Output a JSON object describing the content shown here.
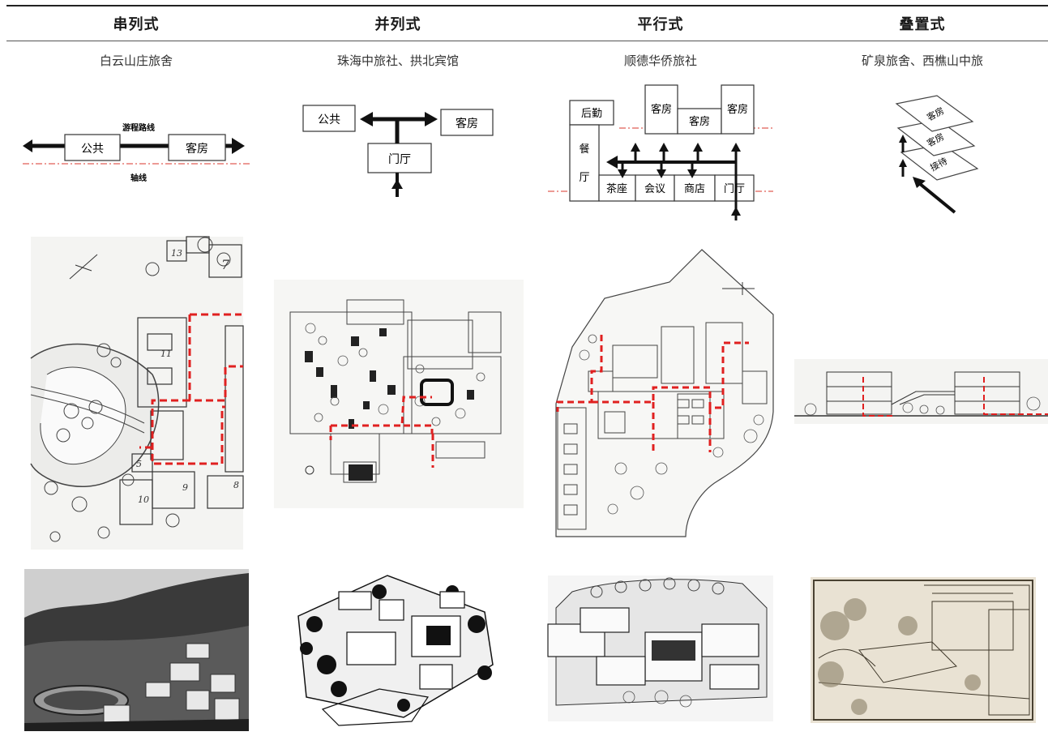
{
  "table": {
    "columns": [
      {
        "header": "串列式",
        "project": "白云山庄旅舍"
      },
      {
        "header": "并列式",
        "project": "珠海中旅社、拱北宾馆"
      },
      {
        "header": "平行式",
        "project": "顺德华侨旅社"
      },
      {
        "header": "叠置式",
        "project": "矿泉旅舍、西樵山中旅"
      }
    ]
  },
  "diagram1": {
    "route_label": "游程路线",
    "axis_label": "轴线",
    "box_public": "公共",
    "box_rooms": "客房"
  },
  "diagram2": {
    "box_public": "公共",
    "box_rooms": "客房",
    "box_lobby": "门厅"
  },
  "diagram3": {
    "box_logistics": "后勤",
    "box_dining_1": "餐",
    "box_dining_2": "厅",
    "box_rooms_a": "客房",
    "box_rooms_b": "客房",
    "box_rooms_c": "客房",
    "box_tea": "茶座",
    "box_meeting": "会议",
    "box_shop": "商店",
    "box_lobby": "门厅"
  },
  "diagram4": {
    "layer_top": "客房",
    "layer_mid": "客房",
    "layer_bottom": "接待"
  },
  "plan1_room_numbers": [
    "13",
    "7",
    "11",
    "5",
    "10",
    "9",
    "8"
  ],
  "colors": {
    "axis_red": "#d9342b",
    "route_dash": "#e02020",
    "ink": "#111111"
  }
}
